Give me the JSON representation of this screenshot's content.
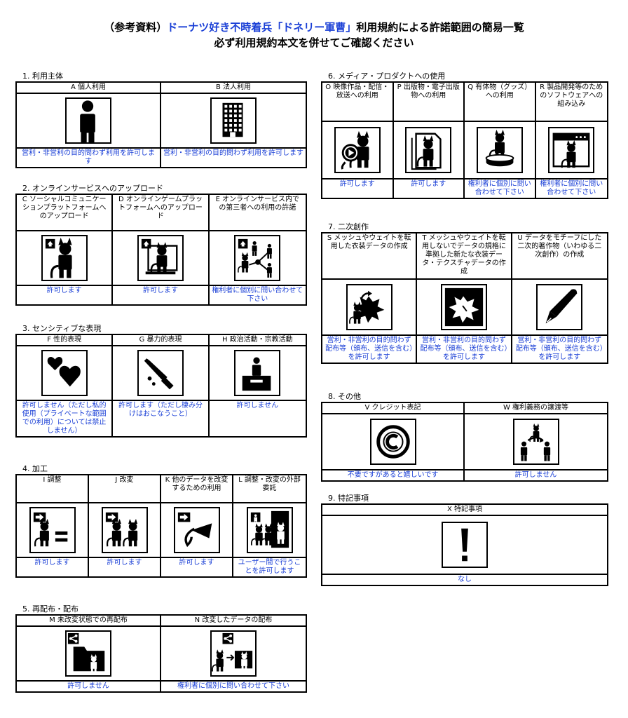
{
  "title": {
    "prefix": "（参考資料）",
    "name": "ドーナツ好き不時着兵「ドネリー軍曹」",
    "suffix": "利用規約による許諾範囲の簡易一覧",
    "line2": "必ず利用規約本文を併せてご確認ください"
  },
  "sections": [
    {
      "id": "s1",
      "label": "1. 利用主体",
      "cols": [
        {
          "header": "A 個人利用",
          "icon": "person-icon",
          "result": "営利・非営利の目的問わず利用を許可します"
        },
        {
          "header": "B 法人利用",
          "icon": "building-icon",
          "result": "営利・非営利の目的問わず利用を許可します"
        }
      ]
    },
    {
      "id": "s2",
      "label": "2. オンラインサービスへのアップロード",
      "cols": [
        {
          "header": "C ソーシャルコミュニケーションプラットフォームへのアップロード",
          "icon": "upload-cat-icon",
          "result": "許可します"
        },
        {
          "header": "D オンラインゲームプラットフォームへのアップロード",
          "icon": "upload-game-icon",
          "result": "許可します"
        },
        {
          "header": "E オンラインサービス内での第三者への利用の許諾",
          "icon": "share-network-icon",
          "result": "権利者に個別に問い合わせて下さい"
        }
      ]
    },
    {
      "id": "s3",
      "label": "3. センシティブな表現",
      "cols": [
        {
          "header": "F 性的表現",
          "icon": "hearts-icon",
          "result": "許可しません（ただし私的使用（プライベートな範囲での利用）については禁止しません）"
        },
        {
          "header": "G 暴力的表現",
          "icon": "knife-icon",
          "result": "許可します（ただし棲み分けはおこなうこと）"
        },
        {
          "header": "H 政治活動・宗教活動",
          "icon": "podium-icon",
          "result": "許可しません"
        }
      ]
    },
    {
      "id": "s4",
      "label": "4. 加工",
      "cols": [
        {
          "header": "I 調整",
          "icon": "adjust-icon",
          "result": "許可します"
        },
        {
          "header": "J 改変",
          "icon": "modify-icon",
          "result": "許可します"
        },
        {
          "header": "K 他のデータを改変するための利用",
          "icon": "other-data-icon",
          "result": "許可します"
        },
        {
          "header": "L 調整・改変の外部委託",
          "icon": "outsource-icon",
          "result": "ユーザー間で行うことを許可します"
        }
      ]
    },
    {
      "id": "s5",
      "label": "5. 再配布・配布",
      "cols": [
        {
          "header": "M 未改変状態での再配布",
          "icon": "redistribute-folder-icon",
          "result": "許可しません"
        },
        {
          "header": "N 改変したデータの配布",
          "icon": "distribute-modified-icon",
          "result": "権利者に個別に問い合わせて下さい"
        }
      ]
    },
    {
      "id": "s6",
      "label": "6. メディア・プロダクトへの使用",
      "cols": [
        {
          "header": "O 映像作品・配信・放送への利用",
          "icon": "video-icon",
          "result": "許可します"
        },
        {
          "header": "P 出版物・電子出版物への利用",
          "icon": "publication-icon",
          "result": "許可します"
        },
        {
          "header": "Q 有体物（グッズ）への利用",
          "icon": "figure-icon",
          "result": "権利者に個別に問い合わせて下さい"
        },
        {
          "header": "R 製品開発等のためのソフトウェアへの組み込み",
          "icon": "software-icon",
          "result": "権利者に個別に問い合わせて下さい"
        }
      ]
    },
    {
      "id": "s7",
      "label": "7. 二次創作",
      "cols": [
        {
          "header": "S メッシュやウェイトを転用した衣装データの作成",
          "icon": "costume-convert-icon",
          "result": "営利・非営利の目的問わず配布等（頒布、送信を含む）を許可します"
        },
        {
          "header": "T メッシュやウェイトを転用しないでデータの規格に準拠した新たな衣装データ・テクスチャデータの作成",
          "icon": "costume-new-icon",
          "result": "営利・非営利の目的問わず配布等（頒布、送信を含む）を許可します"
        },
        {
          "header": "U データをモチーフにした二次的著作物（いわゆる二次創作）の作成",
          "icon": "pen-icon",
          "result": "営利・非営利の目的問わず配布等（頒布、送信を含む）を許可します"
        }
      ]
    },
    {
      "id": "s8",
      "label": "8. その他",
      "cols": [
        {
          "header": "V クレジット表記",
          "icon": "copyright-icon",
          "result": "不要ですがあると嬉しいです"
        },
        {
          "header": "W 権利義務の譲渡等",
          "icon": "transfer-icon",
          "result": "許可しません"
        }
      ]
    },
    {
      "id": "s9",
      "label": "9. 特記事項",
      "cols": [
        {
          "header": "X 特記事項",
          "icon": "exclamation-icon",
          "result": "なし"
        }
      ]
    }
  ]
}
